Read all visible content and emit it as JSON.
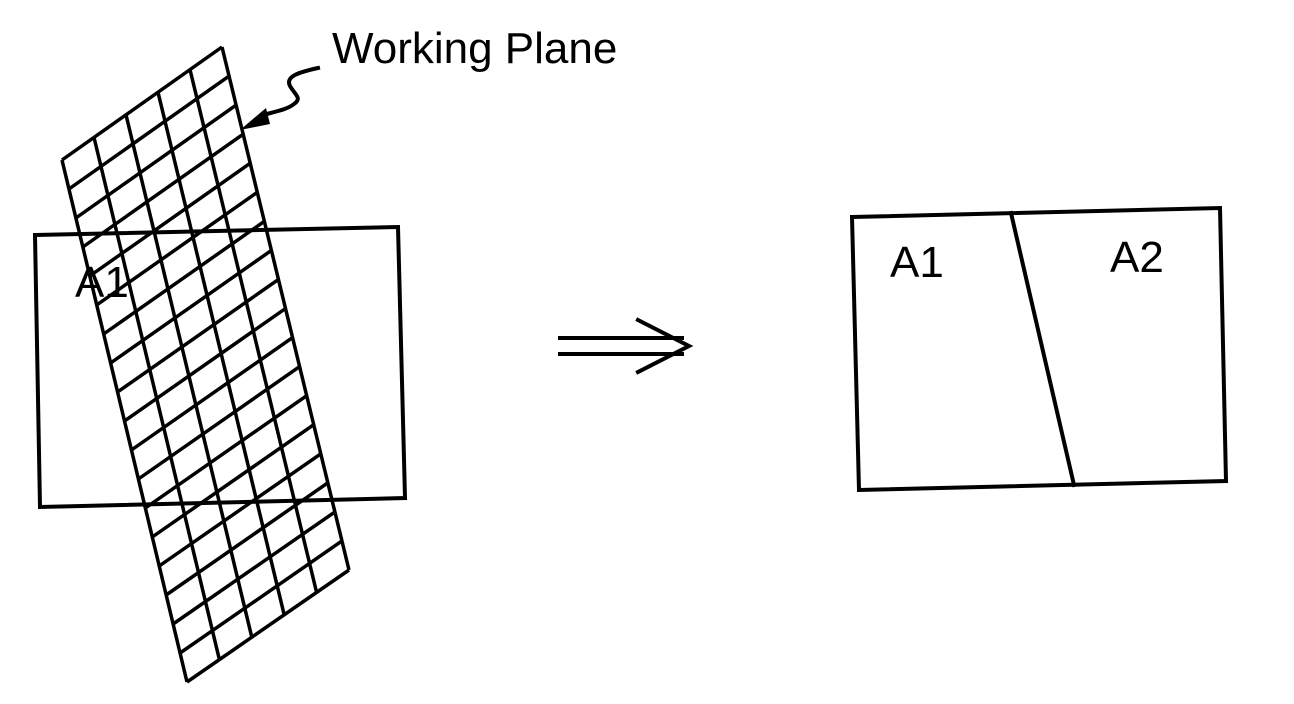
{
  "labels": {
    "working_plane": "Working Plane",
    "left_region": "A1",
    "right_region_1": "A1",
    "right_region_2": "A2"
  },
  "colors": {
    "ink": "#000000",
    "background": "#ffffff"
  }
}
